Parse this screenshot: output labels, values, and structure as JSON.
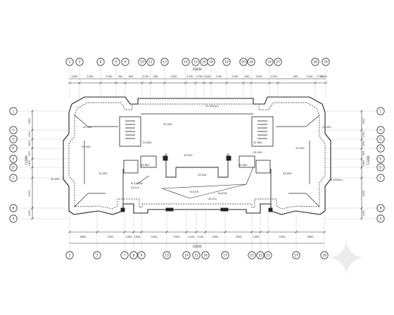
{
  "drawing": {
    "top_axes": [
      "1",
      "2",
      "4",
      "5",
      "6",
      "10",
      "11",
      "13",
      "14",
      "15",
      "16",
      "18",
      "19",
      "20",
      "24",
      "25",
      "27",
      "28",
      "29"
    ],
    "bottom_axes": [
      "1",
      "3",
      "7",
      "8",
      "9",
      "13",
      "14",
      "15",
      "16",
      "17",
      "21",
      "22",
      "23",
      "27",
      "29"
    ],
    "left_axes": [
      "J",
      "H",
      "G",
      "F",
      "E",
      "D",
      "C",
      "B",
      "A"
    ],
    "right_axes": [
      "J",
      "H",
      "G",
      "F",
      "E",
      "D",
      "C",
      "B",
      "A"
    ],
    "top_dims": [
      "3100",
      "2700",
      "2700",
      "500",
      "600",
      "2700",
      "500",
      "2250",
      "2700",
      "2700",
      "3100",
      "2700",
      "2700",
      "500",
      "2250",
      "2700",
      "500",
      "2700",
      "2700",
      "3100"
    ],
    "top_total": "31600",
    "bottom_dims": [
      "3600",
      "3250",
      "1050",
      "1050",
      "3250",
      "2500",
      "2100",
      "2100",
      "2500",
      "3250",
      "1050",
      "3250",
      "3600"
    ],
    "bottom_total": "31600",
    "left_dims": [
      "3300",
      "1500",
      "1800",
      "900",
      "1450",
      "4000",
      "1500"
    ],
    "left_total": "13200",
    "right_dims": [
      "3300",
      "1500",
      "1800",
      "900",
      "1450",
      "4000",
      "1500"
    ],
    "right_total": "13200",
    "elevation_labels": [
      "33.550(m)",
      "33.550",
      "33.550",
      "33.550",
      "33.550",
      "33.550",
      "32.850",
      "32.850",
      "33.550",
      "33.550",
      "33.550",
      "33.550",
      "33.550(m)",
      "34.800",
      "34.800",
      "33.550",
      "33.550"
    ],
    "wiring_labels": [
      "N-1/16/W",
      "2A-4-4",
      "N-4/16",
      "2A-4-4",
      "N-4/16"
    ],
    "watermark": "✦"
  }
}
